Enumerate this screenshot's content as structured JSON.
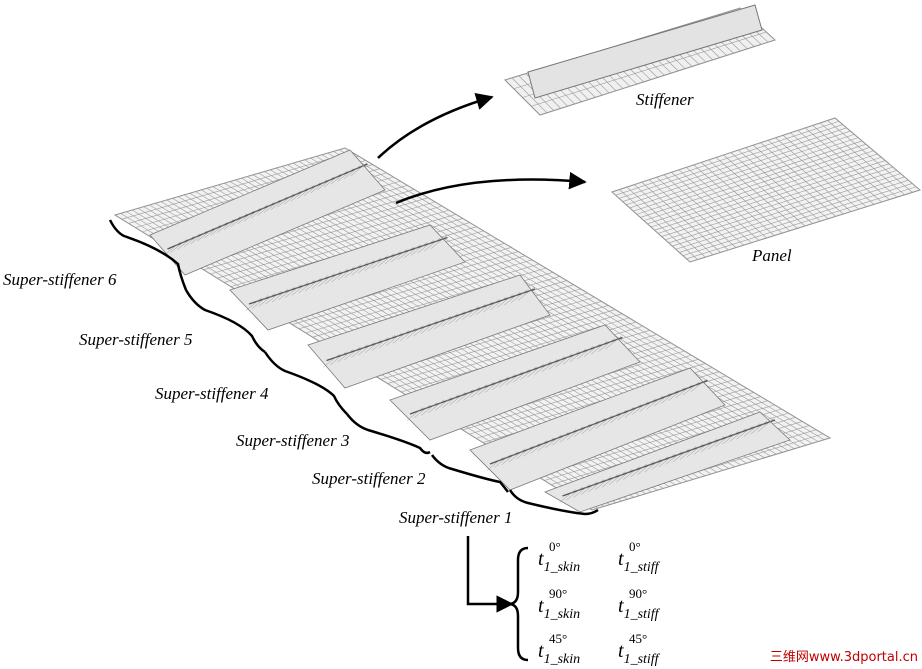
{
  "labels": {
    "stiffener": "Stiffener",
    "panel": "Panel"
  },
  "super_stiffeners": [
    "Super-stiffener 6",
    "Super-stiffener 5",
    "Super-stiffener 4",
    "Super-stiffener 3",
    "Super-stiffener 2",
    "Super-stiffener 1"
  ],
  "variables": [
    {
      "base": "t",
      "index": "1",
      "angle": "0°",
      "sub": "_skin"
    },
    {
      "base": "t",
      "index": "1",
      "angle": "0°",
      "sub": "_stiff"
    },
    {
      "base": "t",
      "index": "1",
      "angle": "90°",
      "sub": "_skin"
    },
    {
      "base": "t",
      "index": "1",
      "angle": "90°",
      "sub": "_stiff"
    },
    {
      "base": "t",
      "index": "1",
      "angle": "45°",
      "sub": "_skin"
    },
    {
      "base": "t",
      "index": "1",
      "angle": "45°",
      "sub": "_stiff"
    }
  ],
  "watermark": "三维网www.3dportal.cn",
  "colors": {
    "mesh_fill": "#f2f2f2",
    "mesh_line": "#8a8a8a",
    "ink": "#000000",
    "watermark": "#c00000"
  }
}
